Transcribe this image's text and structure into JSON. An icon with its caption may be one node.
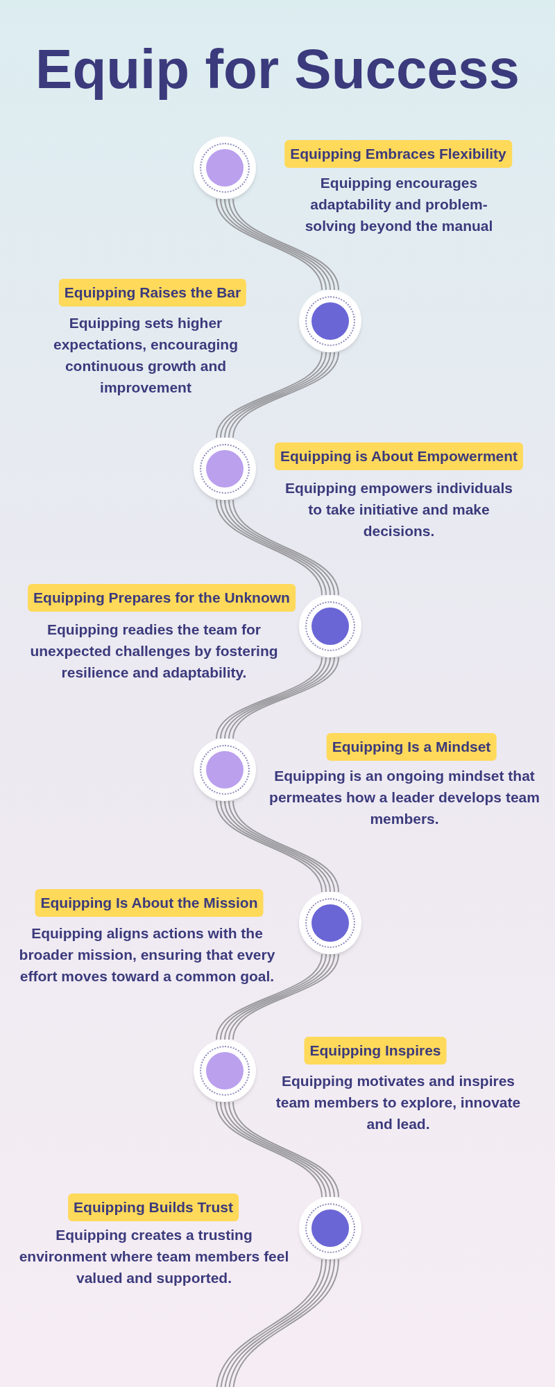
{
  "diagram": {
    "title": "Equip for Success",
    "nodes": [
      {
        "text": [],
        "shape": "circle"
      },
      {
        "text": [
          "Equipping Embraces Flexibility"
        ],
        "beside": [
          "Equipping encourages adaptability and problem-solving beyond the manual"
        ]
      },
      {
        "text": [],
        "shape": "circle"
      },
      {
        "text": [
          "Equipping Raises the Bar"
        ],
        "beside": [
          "Equipping sets higher expectations, encouraging continuous growth and improvement"
        ]
      },
      {
        "text": [],
        "shape": "circle"
      },
      {
        "text": [
          "Equipping is About Empowerment"
        ],
        "beside": [
          "Equipping empowers individuals to take initiative and make decisions."
        ]
      },
      {
        "text": [],
        "shape": "circle"
      },
      {
        "text": [
          "Equipping Prepares for the Unknown"
        ],
        "beside": [
          "Equipping readies the team for unexpected challenges by fostering resilience and adaptability."
        ]
      },
      {
        "text": [],
        "shape": "circle"
      },
      {
        "text": [
          "Equipping Is a Mindset"
        ],
        "beside": [
          "Equipping is an ongoing mindset that permeates how a leader develops team members."
        ]
      },
      {
        "text": [],
        "shape": "circle"
      },
      {
        "text": [
          "Equipping Is About the Mission"
        ],
        "beside": [
          "Equipping aligns actions with the broader mission, ensuring that every effort moves toward a common goal."
        ]
      },
      {
        "text": [],
        "shape": "circle"
      },
      {
        "text": [
          "Equipping Inspires"
        ],
        "beside": [
          "Equipping motivates and inspires team members to explore, innovate and lead."
        ]
      },
      {
        "text": [],
        "shape": "circle"
      },
      {
        "text": [
          "Equipping Builds Trust"
        ],
        "beside": [
          "Equipping creates a trusting environment where team members feel valued and supported."
        ]
      }
    ],
    "edges": [
      {
        "from": 0,
        "to": 2,
        "arrow": "none"
      },
      {
        "from": 2,
        "to": 4,
        "arrow": "none"
      },
      {
        "from": 4,
        "to": 6,
        "arrow": "none"
      },
      {
        "from": 6,
        "to": 8,
        "arrow": "none"
      },
      {
        "from": 8,
        "to": 10,
        "arrow": "none"
      },
      {
        "from": 10,
        "to": 12,
        "arrow": "none"
      },
      {
        "from": 12,
        "to": 14,
        "arrow": "none"
      },
      {
        "from": 14,
        "to": null,
        "arrow": "none"
      }
    ]
  }
}
